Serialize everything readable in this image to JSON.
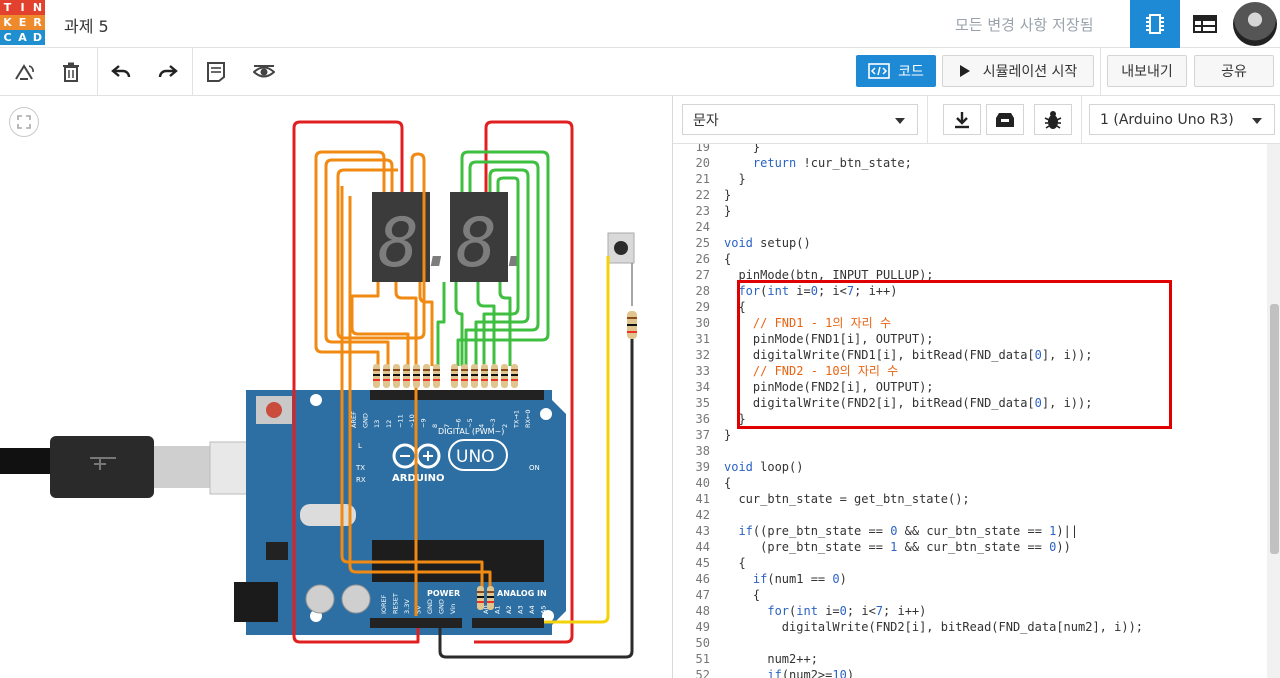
{
  "app": {
    "logo_letters": [
      "T",
      "I",
      "N",
      "K",
      "E",
      "R",
      "C",
      "A",
      "D"
    ],
    "logo_colors": [
      "#e2412d",
      "#e2412d",
      "#e2412d",
      "#ee8a2b",
      "#ee8a2b",
      "#ee8a2b",
      "#1f8fd0",
      "#1f8fd0",
      "#1f8fd0"
    ],
    "project_title": "과제 5",
    "save_status": "모든 변경 사항 저장됨"
  },
  "toolbar": {
    "tools": [
      "rotate-icon",
      "trash-icon",
      "undo-icon",
      "redo-icon",
      "notes-icon",
      "visibility-icon"
    ],
    "code_button": "코드",
    "simulate_button": "시뮬레이션 시작",
    "export_button": "내보내기",
    "share_button": "공유"
  },
  "editor_controls": {
    "mode_select": "문자",
    "device_select": "1 (Arduino Uno R3)",
    "icons": [
      "download-icon",
      "library-icon",
      "debug-icon"
    ]
  },
  "code_lines": [
    {
      "n": "19",
      "text": "    }"
    },
    {
      "n": "20",
      "text": "    return !cur_btn_state;"
    },
    {
      "n": "21",
      "text": "  }"
    },
    {
      "n": "22",
      "text": "}"
    },
    {
      "n": "23",
      "text": "}"
    },
    {
      "n": "24",
      "text": ""
    },
    {
      "n": "25",
      "text": "void setup()"
    },
    {
      "n": "26",
      "text": "{"
    },
    {
      "n": "27",
      "text": "  pinMode(btn, INPUT_PULLUP);"
    },
    {
      "n": "28",
      "text": "  for(int i=0; i<7; i++)"
    },
    {
      "n": "29",
      "text": "  {"
    },
    {
      "n": "30",
      "text": "    // FND1 - 1의 자리 수"
    },
    {
      "n": "31",
      "text": "    pinMode(FND1[i], OUTPUT);"
    },
    {
      "n": "32",
      "text": "    digitalWrite(FND1[i], bitRead(FND_data[0], i));"
    },
    {
      "n": "33",
      "text": "    // FND2 - 10의 자리 수"
    },
    {
      "n": "34",
      "text": "    pinMode(FND2[i], OUTPUT);"
    },
    {
      "n": "35",
      "text": "    digitalWrite(FND2[i], bitRead(FND_data[0], i));"
    },
    {
      "n": "36",
      "text": "  }"
    },
    {
      "n": "37",
      "text": "}"
    },
    {
      "n": "38",
      "text": ""
    },
    {
      "n": "39",
      "text": "void loop()"
    },
    {
      "n": "40",
      "text": "{"
    },
    {
      "n": "41",
      "text": "  cur_btn_state = get_btn_state();"
    },
    {
      "n": "42",
      "text": ""
    },
    {
      "n": "43",
      "text": "  if((pre_btn_state == 0 && cur_btn_state == 1)||"
    },
    {
      "n": "44",
      "text": "     (pre_btn_state == 1 && cur_btn_state == 0))"
    },
    {
      "n": "45",
      "text": "  {"
    },
    {
      "n": "46",
      "text": "    if(num1 == 0)"
    },
    {
      "n": "47",
      "text": "    {"
    },
    {
      "n": "48",
      "text": "      for(int i=0; i<7; i++)"
    },
    {
      "n": "49",
      "text": "        digitalWrite(FND2[i], bitRead(FND_data[num2], i));"
    },
    {
      "n": "50",
      "text": ""
    },
    {
      "n": "51",
      "text": "      num2++;"
    },
    {
      "n": "52",
      "text": "      if(num2>=10)"
    }
  ],
  "board": {
    "label_arduino": "ARDUINO",
    "label_uno": "UNO",
    "label_digital": "DIGITAL (PWM~)",
    "label_power": "POWER",
    "label_analog": "ANALOG IN",
    "label_on": "ON",
    "label_tx": "TX",
    "label_rx": "RX",
    "label_l": "L",
    "digital_pins": [
      "AREF",
      "GND",
      "13",
      "12",
      "~11",
      "~10",
      "~9",
      "8",
      "7",
      "~6",
      "~5",
      "4",
      "~3",
      "2",
      "TX→1",
      "RX←0"
    ],
    "power_pins": [
      "IOREF",
      "RESET",
      "3.3V",
      "5V",
      "GND",
      "GND",
      "Vin"
    ],
    "analog_pins": [
      "A0",
      "A1",
      "A2",
      "A3",
      "A4",
      "A5"
    ]
  },
  "display": {
    "digit_glyph": "8."
  },
  "colors": {
    "accent": "#1e8ad6",
    "board": "#2d6fa3",
    "wire_red": "#e02020",
    "wire_orange": "#f08a12",
    "wire_green": "#3fbf3f",
    "wire_yellow": "#f4d20a",
    "wire_black": "#2b2b2b",
    "highlight_box": "#e00000"
  }
}
